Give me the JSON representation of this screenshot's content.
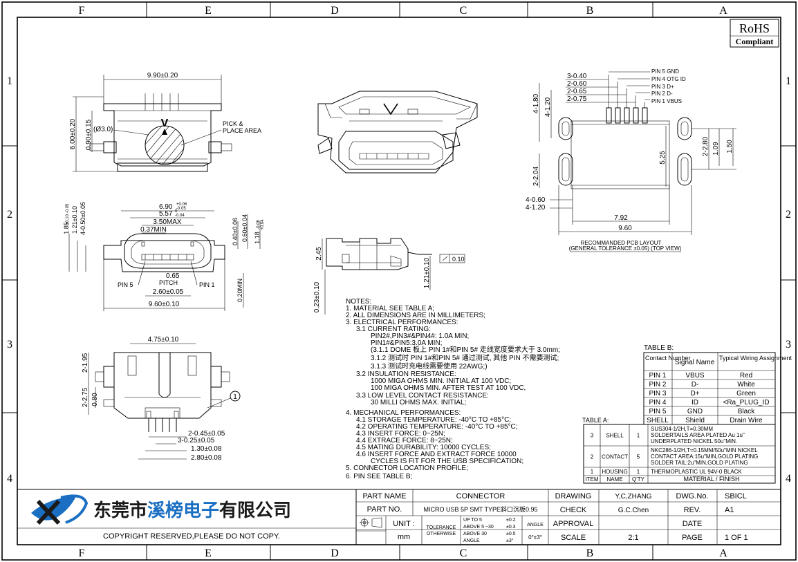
{
  "zones_x": [
    "F",
    "E",
    "D",
    "C",
    "B",
    "A"
  ],
  "zones_y": [
    "1",
    "2",
    "3",
    "4"
  ],
  "rohs": {
    "line1": "RoHS",
    "line2": "Compliant"
  },
  "front_view": {
    "width_dim": "9.90±0.20",
    "height_dim": "6.00±0.20",
    "inner_height_dim": "0.90±0.15",
    "circle_dim": "(Ø3.0)",
    "letter": "V",
    "pick_place": [
      "PICK &",
      "PLACE AREA"
    ]
  },
  "opening_view": {
    "dim_690": "6.90",
    "dim_690_tol": [
      "+0.06",
      "-0.05"
    ],
    "dim_557": "5.57",
    "dim_557_tol": [
      "0",
      "-0.04"
    ],
    "dim_350": "3.50MAX",
    "dim_037": "0.37MIN",
    "left_dims": [
      "1.85",
      "1.21±0.10",
      "4-0.50±0.05"
    ],
    "left_tol": "+0.10 -0.05",
    "right_dims": [
      "0.60±0.04",
      "0.40±0.06"
    ],
    "right_118": "1.18",
    "right_118_tol": [
      "-0.06",
      "+0.04"
    ],
    "dim_065": "0.65",
    "pitch": "PITCH",
    "pin5": "PIN 5",
    "pin1": "PIN 1",
    "dim_260": "2.60±0.05",
    "dim_960": "9.60±0.10",
    "dim_020": "0.20MIN"
  },
  "side_view": {
    "dim_245": "2.45",
    "dim_121": "1.21±0.10",
    "dim_023": "0.23±0.10",
    "flatness": "0.10"
  },
  "bottom_view": {
    "dim_475": "4.75±0.10",
    "dim_195": "2-1.95",
    "dim_275": "2-2.75",
    "dim_080": "0.80",
    "balloon": "1",
    "dims_right": [
      "2-0.45±0.05",
      "3-0.25±0.05",
      "1.30±0.08",
      "2.80±0.08"
    ]
  },
  "pcb_layout": {
    "pin_labels": [
      "PIN 5 GND",
      "PIN 4 OTG ID",
      "PIN 3 D+",
      "PIN 2 D-",
      "PIN 1 VBUS"
    ],
    "left_top_dims": [
      "3-0.40",
      "2-0.60",
      "2-0.65",
      "2-0.75"
    ],
    "dim_180": "4-1.80",
    "dim_120_v": "4-1.20",
    "dim_204": "2-2.04",
    "dim_525": "5.25",
    "dim_109": "1.09",
    "dim_280": "2-2.80",
    "dim_150": "1.50",
    "dim_060": "4-0.60",
    "dim_120_h": "4-1.20",
    "dim_792": "7.92",
    "dim_960": "9.60",
    "caption1": "RECOMMANDED PCB LAYOUT",
    "caption2": "(GENERAL TOLERANCE ±0.05) (TOP VIEW)"
  },
  "notes": [
    "NOTES:",
    "1. MATERIAL SEE TABLE A;",
    "2. ALL DIMENSIONS ARE IN MILLIMETERS;",
    "3. ELECTRICAL PERFORMANCES:",
    "3.1 CURRENT RATING:",
    "PIN2#,PIN3#&PIN4#: 1.0A MIN;",
    "PIN1#&PIN5:3.0A MIN;",
    "(3.1.1 DOME 板上 PIN 1#和PIN 5# 走线宽度要求大于 3.0mm;",
    "3.1.2 测试时 PIN 1#和PIN 5# 通过测试, 其他 PIN 不需要测试;",
    "3.1.3 测试时充电线需要使用 22AWG;)",
    "3.2 INSULATION RESISTANCE:",
    "1000 MIGA OHMS MIN. INITIAL AT 100 VDC;",
    "100 MIGA OHMS MIN. AFTER TEST AT 100 VDC,",
    "3.3 LOW LEVEL CONTACT RESISTANCE:",
    "30 MILLI OHMS MAX. INITIAL;",
    "4. MECHANICAL PERFORMANCES:",
    "4.1 STORAGE TEMPERATURE: -40°C TO +85°C;",
    "4.2 OPERATING TEMPERATURE: -40°C TO +85°C;",
    "4.3 INSERT FORCE: 0~25N;",
    "4.4 EXTRACE FORCE: 8~25N;",
    "4.5 MATING DURABILITY: 10000 CYCLES;",
    "4.6 INSERT FORCE AND EXTRACT FORCE 10000",
    "CYCLES IS FIT FOR THE USB SPECIFICATION;",
    "5. CONNECTOR LOCATION PROFILE;",
    "6. PIN SEE TABLE B;"
  ],
  "table_b": {
    "title": "TABLE B:",
    "headers": [
      "Contact Number",
      "Signal Name",
      "Typical Wiring Assignment"
    ],
    "rows": [
      [
        "PIN 1",
        "VBUS",
        "Red"
      ],
      [
        "PIN 2",
        "D-",
        "White"
      ],
      [
        "PIN 3",
        "D+",
        "Green"
      ],
      [
        "PIN 4",
        "ID",
        "<Ra_PLUG_ID"
      ],
      [
        "PIN 5",
        "GND",
        "Black"
      ],
      [
        "SHELL",
        "Shield",
        "Drain Wire"
      ]
    ]
  },
  "table_a": {
    "title": "TABLE A:",
    "rows": [
      {
        "item": "3",
        "name": "SHELL",
        "qty": "1",
        "material": [
          "SUS304-1/2H,T=0.30MM",
          "SOLDERTAILS AREA PLATED Au 1u\"",
          "UNDERPLATED NICKEL 50u\"MIN."
        ]
      },
      {
        "item": "2",
        "name": "CONTACT",
        "qty": "5",
        "material": [
          "NKC286-1/2H,T=0.15MM/50u\"MIN NICKEL",
          "CONTACT AREA:15u\"MIN,GOLD PLATING",
          "SOLDER TAIL:2u\"MIN,GOLD PLATING"
        ]
      },
      {
        "item": "1",
        "name": "HOUSING",
        "qty": "1",
        "material": [
          "THERMOPLASTIC UL 94V-0 BLACK"
        ]
      }
    ],
    "headers": [
      "ITEM",
      "NAME",
      "Q'TY",
      "MATERIAL / FINISH"
    ]
  },
  "title_block": {
    "company": "东莞市溪榜电子有限公司",
    "company_highlight": "溪榜电子",
    "company_prefix": "东莞市",
    "company_suffix": "有限公司",
    "copyright": "COPYRIGHT RESERVED,PLEASE DO NOT COPY.",
    "part_name_label": "PART NAME",
    "part_name": "CONNECTOR",
    "part_no_label": "PART NO.",
    "part_no": "MICRO USB 5P SMT TYPE斜口沉板0.95",
    "unit_label": "UNIT :",
    "unit": "mm",
    "tolerance_label": "TOLERANCE",
    "otherwise_label": "OTHERWISE",
    "tol_rows": [
      [
        "UP TO 5",
        "±0.2"
      ],
      [
        "ABOVE 5 ~30",
        "±0.3"
      ],
      [
        "ABOVE 30",
        "±0.5"
      ]
    ],
    "angle_label": "ANGLE",
    "angle_tol": "±3°",
    "angle_val": "0°±3°",
    "drawing_label": "DRAWING",
    "drawing": "Y,C,ZHANG",
    "check_label": "CHECK",
    "check": "G.C.Chen",
    "approval_label": "APPROVAL",
    "scale_label": "SCALE",
    "scale": "2:1",
    "dwg_label": "DWG.No.",
    "dwg": "SBICL",
    "rev_label": "REV.",
    "rev": "A1",
    "date_label": "DATE",
    "page_label": "PAGE",
    "page": "1 OF 1"
  },
  "colors": {
    "line": "#000000",
    "logo_blue": "#1a6fc2",
    "logo_dark": "#1a1a1a",
    "highlight": "#1a6fc2"
  }
}
